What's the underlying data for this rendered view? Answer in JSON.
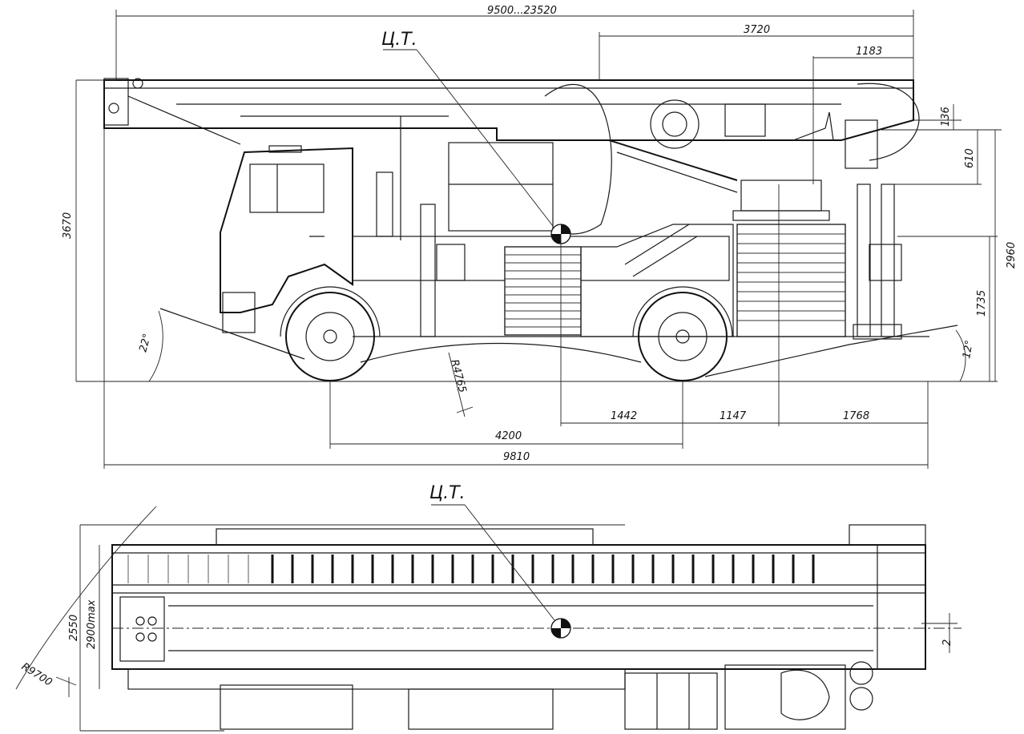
{
  "side_view": {
    "cg_label": "Ц.Т.",
    "dims": {
      "overall_reach": "9500...23520",
      "boom_front": "3720",
      "boom_tip": "1183",
      "height_small": "136",
      "height_basket": "610",
      "overall_height": "3670",
      "turntable_height": "2960",
      "cg_height": "1735",
      "approach_angle": "22°",
      "departure_angle": "12°",
      "ramp_radius": "R4765",
      "cg_to_rear_axle": "1442",
      "rear_axle_to_turntable": "1147",
      "rear_overhang": "1768",
      "wheelbase": "4200",
      "overall_length": "9810"
    }
  },
  "top_view": {
    "cg_label": "Ц.Т.",
    "dims": {
      "width": "2550",
      "width_max": "2900max",
      "turning_radius": "R9700",
      "cg_offset": "2"
    }
  }
}
